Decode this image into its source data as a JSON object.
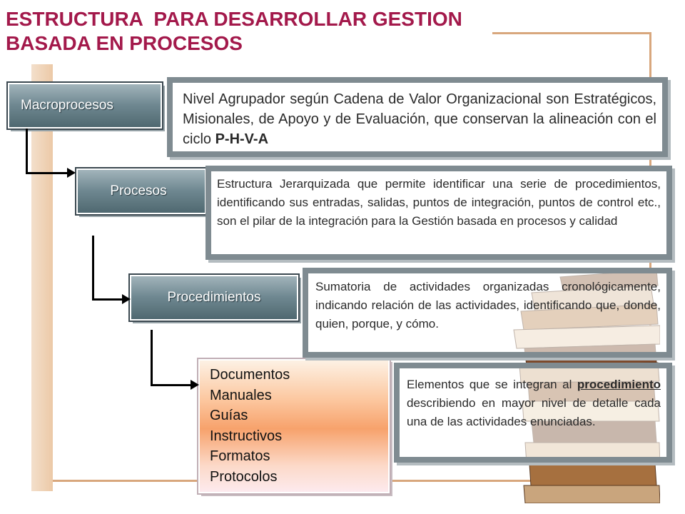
{
  "title": {
    "line1": "ESTRUCTURA  PARA DESARROLLAR GESTION",
    "line2": "BASADA EN PROCESOS"
  },
  "colors": {
    "title": "#a3194b",
    "level_button": "#6f8891",
    "description_border": "#7f8b91",
    "documents_gradient": "#f7a26c"
  },
  "levels": [
    {
      "label": "Macroprocesos"
    },
    {
      "label": "Procesos"
    },
    {
      "label": "Procedimientos"
    }
  ],
  "descriptions": {
    "macroprocesos": {
      "text": "Nivel Agrupador según Cadena de Valor Organizacional son Estratégicos, Misionales, de Apoyo y de Evaluación, que conservan la alineación con el ciclo ",
      "emphasis": "P-H-V-A"
    },
    "procesos": {
      "text": "Estructura Jerarquizada que permite identificar una serie de procedimientos, identificando sus entradas, salidas, puntos de integración, puntos de control etc., son el pilar de la integración para la Gestión basada en procesos y calidad"
    },
    "procedimientos": {
      "text": "Sumatoria de actividades organizadas cronológicamente, indicando relación de las actividades, identificando que, donde, quien, porque, y cómo."
    },
    "documentos": {
      "text_before": "Elementos que se integran al ",
      "emphasis": "procedimiento",
      "text_after": " describiendo en mayor nivel de detalle cada una de las actividades enunciadas."
    }
  },
  "documents": {
    "items": [
      "Documentos",
      "Manuales",
      "Guías",
      "Instructivos",
      "Formatos",
      "Protocolos"
    ]
  },
  "icons": {
    "connector": "arrow-right-icon",
    "illustration": "books-stack-icon"
  }
}
